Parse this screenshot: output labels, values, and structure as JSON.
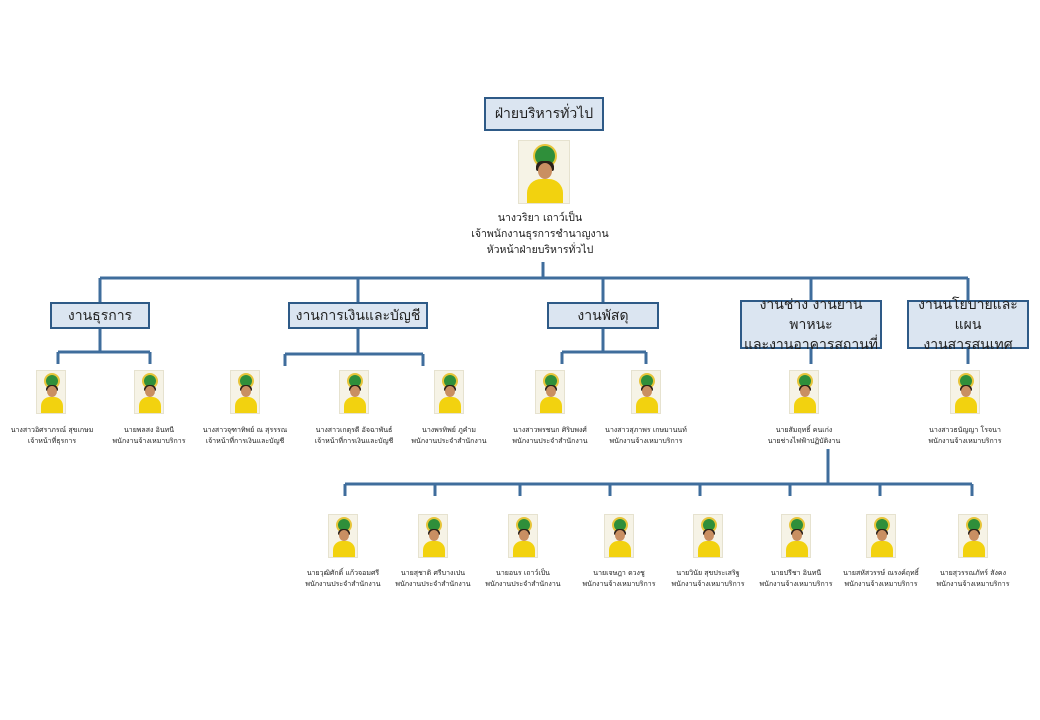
{
  "title": "ฝ่ายบริหารทั่วไป",
  "head": {
    "name": "นางวริยา เถาว์เป็น",
    "position": "เจ้าพนักงานธุรการชำนาญงาน",
    "role": "หัวหน้าฝ่ายบริหารทั่วไป"
  },
  "units": [
    {
      "label": "งานธุรการ"
    },
    {
      "label": "งานการเงินและบัญชี"
    },
    {
      "label": "งานพัสดุ"
    },
    {
      "label": "งานช่าง งานยานพาหนะ",
      "label2": "และงานอาคารสถานที่"
    },
    {
      "label": "งานนโยบายและแผน",
      "label2": "งานสารสนเทศ"
    }
  ],
  "staff": [
    {
      "name": "นางสาวอิศราภรณ์ สุขเกษม",
      "position": "เจ้าหน้าที่ธุรการ"
    },
    {
      "name": "นายพลสง อินทนี",
      "position": "พนักงานจ้างเหมาบริการ"
    },
    {
      "name": "นางสาวจุฑาทิพย์ ณ สุรรรณ",
      "position": "เจ้าหน้าที่การเงินและบัญชี"
    },
    {
      "name": "นางสาวเกตุรดี อัจฉาพันธ์",
      "position": "เจ้าหน้าที่การเงินและบัญชี"
    },
    {
      "name": "นางพรทิพย์ ภูคำม",
      "position": "พนักงานประจำสำนักงาน"
    },
    {
      "name": "นางสาวพรชนก ศิริบพงศ์",
      "position": "พนักงานประจำสำนักงาน"
    },
    {
      "name": "นางสาวสุภาพร เกษมานนท์",
      "position": "พนักงานจ้างเหมาบริการ"
    },
    {
      "name": "นายสัมฤทธิ์ คนเก่ง",
      "position": "นายช่างไฟฟ้าปฏิบัติงาน"
    },
    {
      "name": "นางสาวธนัญญา โรจนา",
      "position": "พนักงานจ้างเหมาบริการ"
    }
  ],
  "workers": [
    {
      "name": "นายวุฒิศักดิ์ แก้วจอมศรี",
      "position": "พนักงานประจำสำนักงาน"
    },
    {
      "name": "นายสุชาติ ศรีบางเปน",
      "position": "พนักงานประจำสำนักงาน"
    },
    {
      "name": "นายอนร เถาว์เป็น",
      "position": "พนักงานประจำสำนักงาน"
    },
    {
      "name": "นายเจษฎา ดวงชู",
      "position": "พนักงานจ้างเหมาบริการ"
    },
    {
      "name": "นายวินัย สุขประเสริฐ",
      "position": "พนักงานจ้างเหมาบริการ"
    },
    {
      "name": "นายปรีชา อินทนี",
      "position": "พนักงานจ้างเหมาบริการ"
    },
    {
      "name": "นายสหัสวรรษ์ ณรงค์ฤทธิ์",
      "position": "พนักงานจ้างเหมาบริการ"
    },
    {
      "name": "นายสุวรรณภัทร์ สังคง",
      "position": "พนักงานจ้างเหมาบริการ"
    }
  ]
}
